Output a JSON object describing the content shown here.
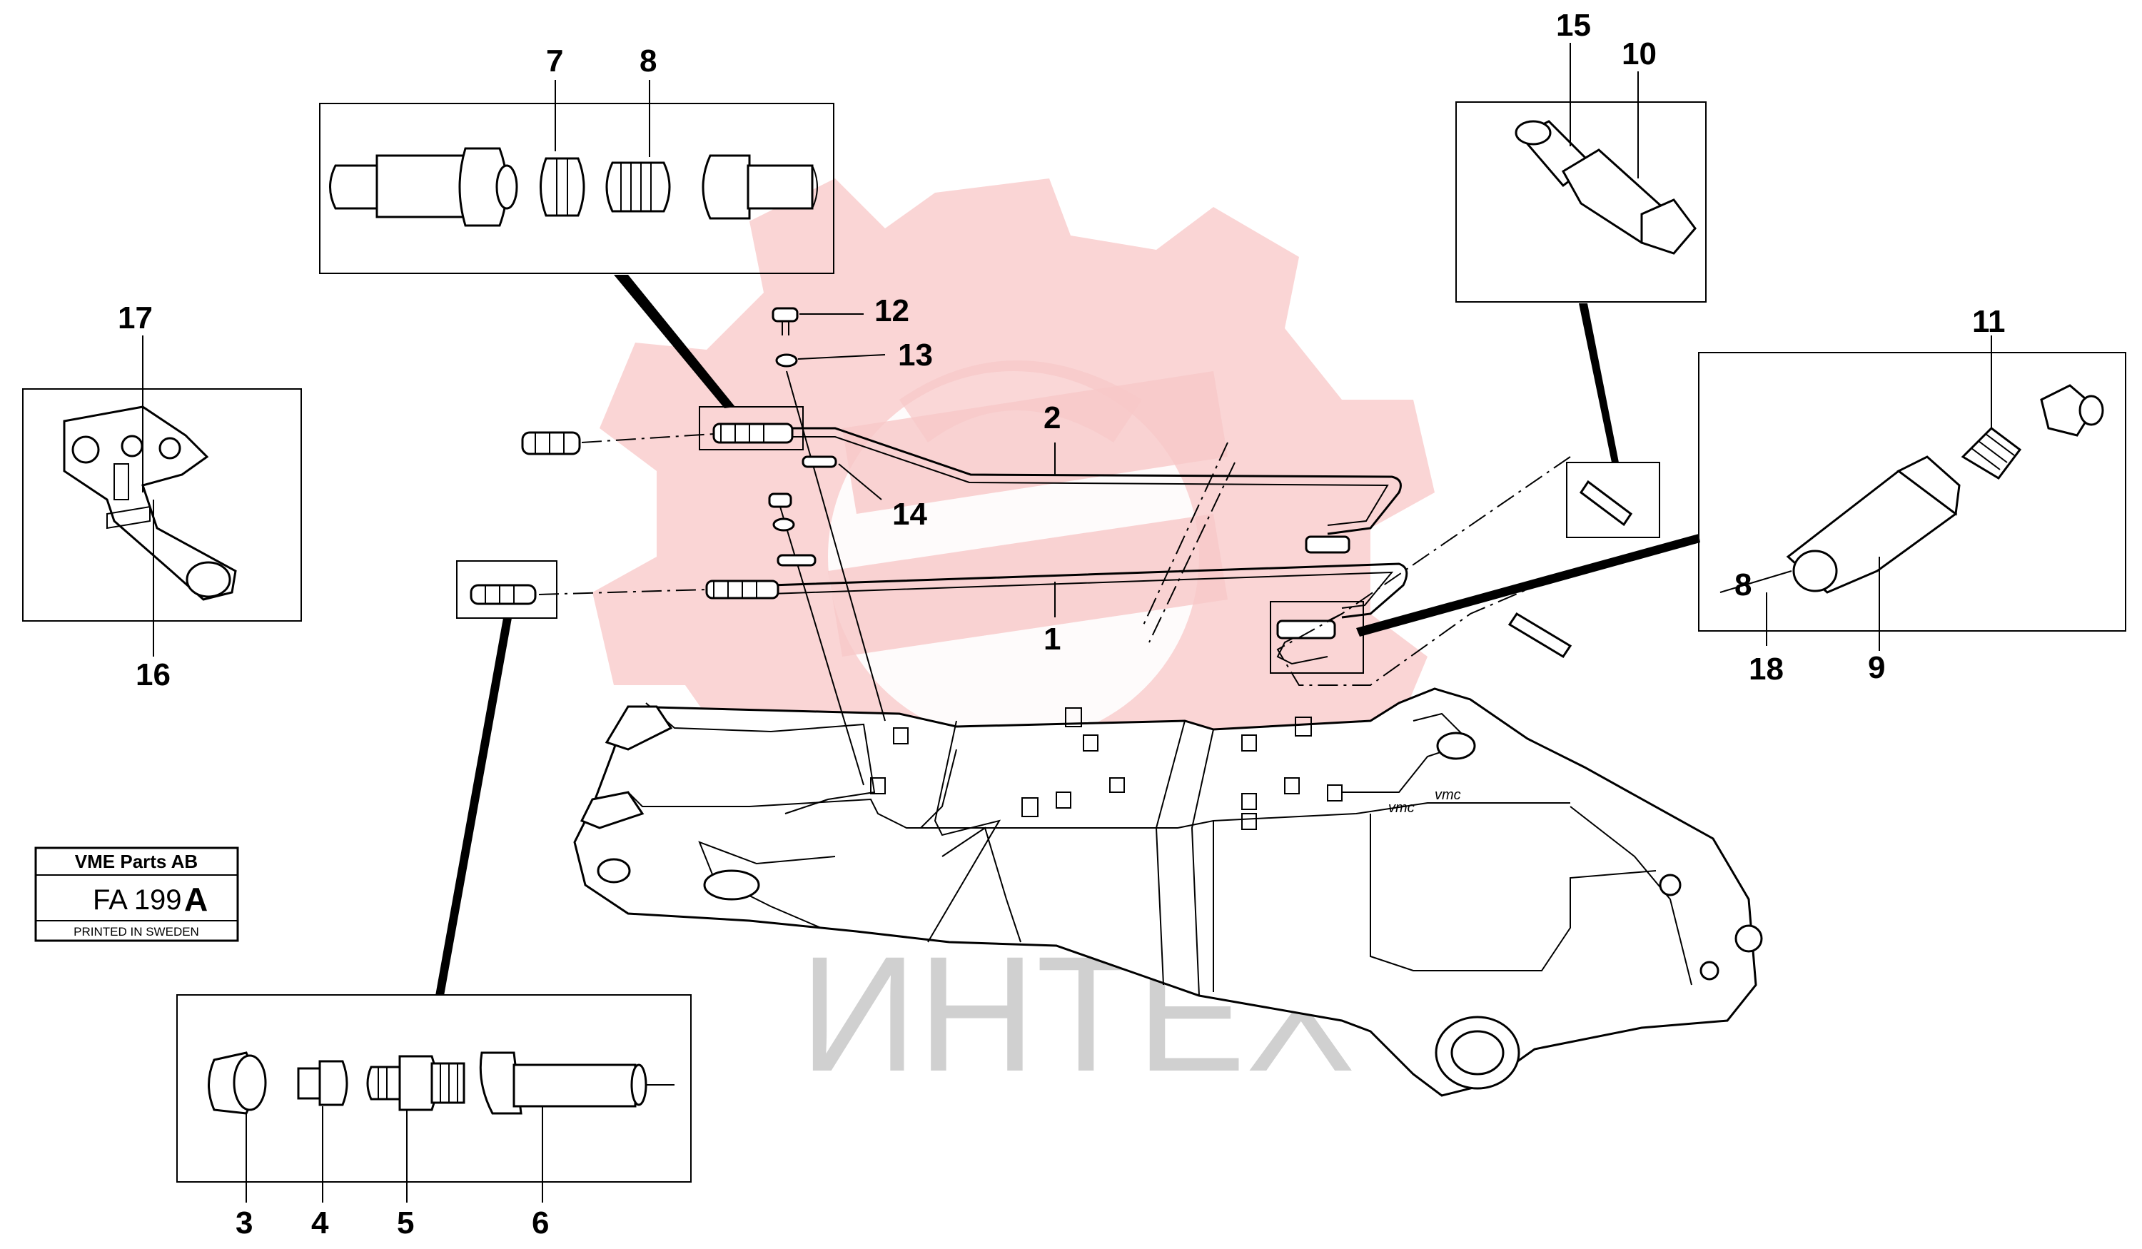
{
  "callouts": {
    "c1": "1",
    "c2": "2",
    "c3": "3",
    "c4": "4",
    "c5": "5",
    "c6": "6",
    "c7": "7",
    "c8": "8",
    "c8b": "8",
    "c9": "9",
    "c10": "10",
    "c11": "11",
    "c12": "12",
    "c13": "13",
    "c14": "14",
    "c15": "15",
    "c16": "16",
    "c17": "17",
    "c18": "18"
  },
  "stamp": {
    "company": "VME Parts AB",
    "code": "FA 199",
    "revision": "A",
    "footer": "PRINTED IN SWEDEN"
  },
  "watermark": {
    "text": "ИНТЕХ",
    "gear_color": "#f4a7a7",
    "text_color": "#d4d4d4"
  }
}
